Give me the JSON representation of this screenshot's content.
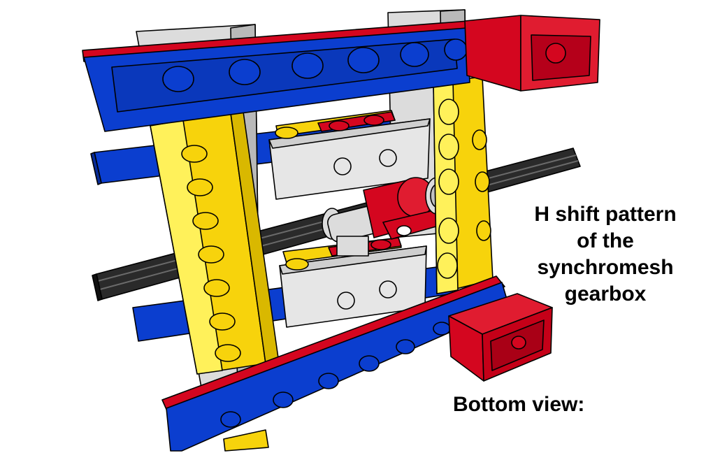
{
  "labels": {
    "title_lines": [
      "H shift pattern",
      "of the",
      "synchromesh",
      "gearbox"
    ],
    "bottom": "Bottom view:"
  },
  "colors": {
    "red": "#d4061f",
    "blue": "#0b3ecf",
    "yellow": "#f7d30c",
    "yellow_light": "#fff15a",
    "gray": "#dcdcdc",
    "gray_dark": "#b9b9b9",
    "axle": "#2a2a2a",
    "outline": "#000000",
    "background": "#ffffff"
  }
}
